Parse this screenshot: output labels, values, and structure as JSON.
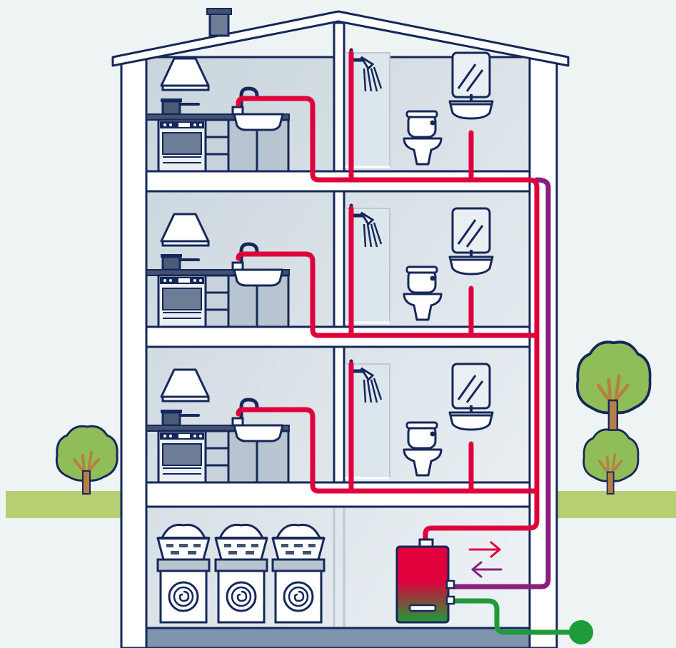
{
  "scene": {
    "floors": [
      "floor-3",
      "floor-2",
      "floor-1"
    ],
    "rooms": [
      "kitchen",
      "bathroom"
    ],
    "basement_appliances": [
      "washing-machine",
      "washing-machine",
      "washing-machine"
    ],
    "heater": "water-heater"
  },
  "colors": {
    "background": "#eef4f4",
    "outline": "#16285a",
    "wall": "#d4dde4",
    "wall_light": "#e9eff3",
    "ground": "#b5cf72",
    "hot_pipe": "#e0003c",
    "return_pipe": "#8a1f7e",
    "inlet_pipe": "#1f9b3a",
    "arrow_out": "#e0003c",
    "arrow_in": "#8a1f7e",
    "tree_leaf": "#8fbe58",
    "tree_trunk": "#b87f45"
  },
  "flow_arrows": [
    "arrow-out-right",
    "arrow-in-left"
  ]
}
